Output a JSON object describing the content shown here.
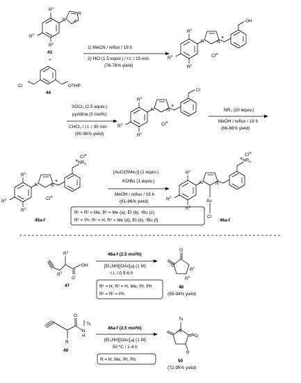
{
  "step1": {
    "sm1": "43",
    "plus": "+",
    "sm2": "44",
    "cond1": "1) MeCN / reflux / 18 h",
    "cond2": "2) HCl (1.5 equiv.) / r.t. / 15 min",
    "cond3": "(76-78% yield)",
    "cl": "Cl",
    "othp": "OTHP",
    "oh": "OH"
  },
  "step2": {
    "cond1": "SOCl₂ (2.5 equiv.)",
    "cond2": "pyridine (5 mol%)",
    "cond3": "CHCl₃ / r.t. / 30 min",
    "cond4": "(90-96% yield)",
    "cl": "Cl"
  },
  "step3": {
    "cond1": "NR₃ (20 equiv.)",
    "cond2": "MeOH / reflux / 18 h",
    "cond3": "(66-86% yield)"
  },
  "step4": {
    "product_label": "45a-f",
    "cond1": "[AuCl(SMe₂)] (1 equiv.)",
    "cond2": "KOᵗBu (1 equiv.)",
    "cond3": "MeOH / reflux / 18 h",
    "cond4": "(61-86% yield)",
    "gold_label": "46a-f",
    "au": "Au",
    "cl": "Cl"
  },
  "substituents": {
    "line1": "R¹ = R² = Me; R³ = Me (a), Et (b), ⁿBu (c)",
    "line2": "R¹ = ⁱPr; R² = H; R³ = Me (d), Et (e), ⁿBu (f)"
  },
  "rxn2": {
    "sm": "47",
    "oh": "OH",
    "o": "O",
    "cat": "46a-f (2.5 mol%)",
    "solv": "[Et₃NH][OAc]ₐq (1 M)",
    "cond": "r.t. / 0.5-6 h",
    "r_line1": "R¹ = H; R² = H, Me, ⁱPr, Ph",
    "r_line2": "R¹ = R² = Ph",
    "product": "48",
    "yield": "(65-94% yield)"
  },
  "rxn3": {
    "sm": "49",
    "ts": "Ts",
    "nh": "N",
    "h": "H",
    "o": "O",
    "r": "R",
    "cat": "46a-f (2.5 mol%)",
    "solv": "[Et₃NH][OAc]ₐq (1 M)",
    "cond": "50 ºC / 1-4 h",
    "r_line": "R = H, Me, ⁱPr, Ph",
    "product": "50",
    "yield": "(72-95% yield)"
  }
}
